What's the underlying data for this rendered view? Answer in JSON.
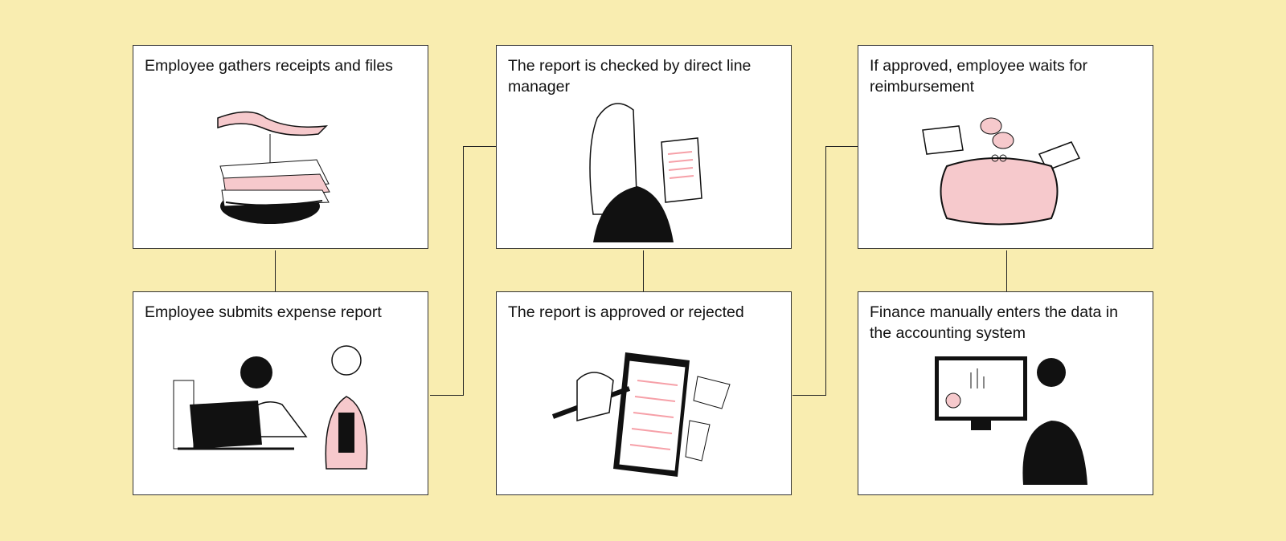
{
  "steps": [
    {
      "title": "Employee gathers receipts and files"
    },
    {
      "title": "Employee submits expense report"
    },
    {
      "title": "The report is checked by direct line manager"
    },
    {
      "title": "The report is approved or rejected"
    },
    {
      "title": "If approved, employee waits for reimbursement"
    },
    {
      "title": "Finance manually enters the data in the accounting system"
    }
  ],
  "colors": {
    "background": "#f9edb0",
    "accent": "#f6c9cc",
    "ink": "#111111"
  }
}
